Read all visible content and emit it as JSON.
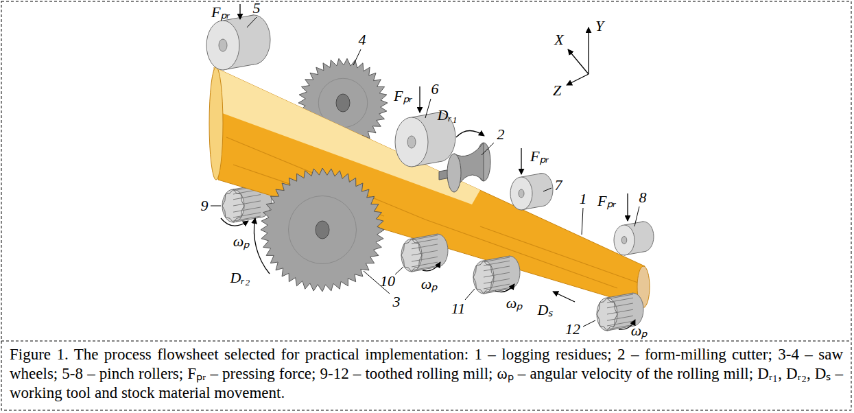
{
  "diagram": {
    "caption": "Figure 1. The process flowsheet selected for practical implementation: 1 – logging residues; 2 – form-milling cutter; 3-4 – saw wheels; 5-8 – pinch rollers; Fₚᵣ – pressing force; 9-12 – toothed rolling mill; ωₚ – angular velocity of the rolling mill; Dᵣ₁, Dᵣ₂, Dₛ – working tool and stock material movement.",
    "labels": [
      "Fₚᵣ",
      "5",
      "4",
      "Fₚᵣ",
      "6",
      "Dᵣ₁",
      "Fₚᵣ",
      "7",
      "X",
      "Y",
      "Z",
      "9",
      "ωₚ",
      "Dᵣ₂",
      "3",
      "10",
      "ωₚ",
      "2",
      "1",
      "Fₚᵣ",
      "8",
      "11",
      "ωₚ",
      "Dₛ",
      "12",
      "ωₚ"
    ]
  }
}
